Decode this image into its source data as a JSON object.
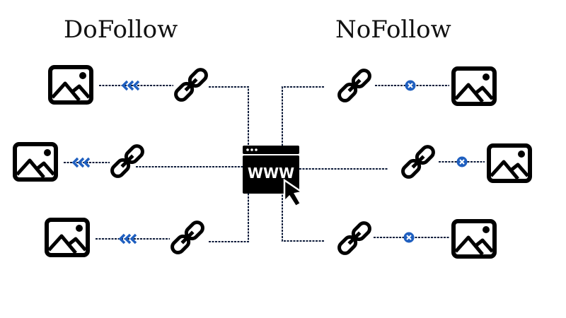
{
  "headings": {
    "left": "DoFollow",
    "right": "NoFollow"
  },
  "center": {
    "label": "WWW",
    "icon": "website-browser-icon"
  },
  "colors": {
    "line": "#0d1b3a",
    "accent": "#1f5fbf",
    "icon": "#000000",
    "background": "#ffffff"
  },
  "dofollow": {
    "rows": [
      {
        "icon": "image-icon",
        "connector": "link-icon",
        "marker": "triple-chevron-left-icon"
      },
      {
        "icon": "image-icon",
        "connector": "link-icon",
        "marker": "triple-chevron-left-icon"
      },
      {
        "icon": "image-icon",
        "connector": "link-icon",
        "marker": "triple-chevron-left-icon"
      }
    ]
  },
  "nofollow": {
    "rows": [
      {
        "icon": "image-icon",
        "connector": "link-icon",
        "marker": "blocked-x-icon"
      },
      {
        "icon": "image-icon",
        "connector": "link-icon",
        "marker": "blocked-x-icon"
      },
      {
        "icon": "image-icon",
        "connector": "link-icon",
        "marker": "blocked-x-icon"
      }
    ]
  }
}
